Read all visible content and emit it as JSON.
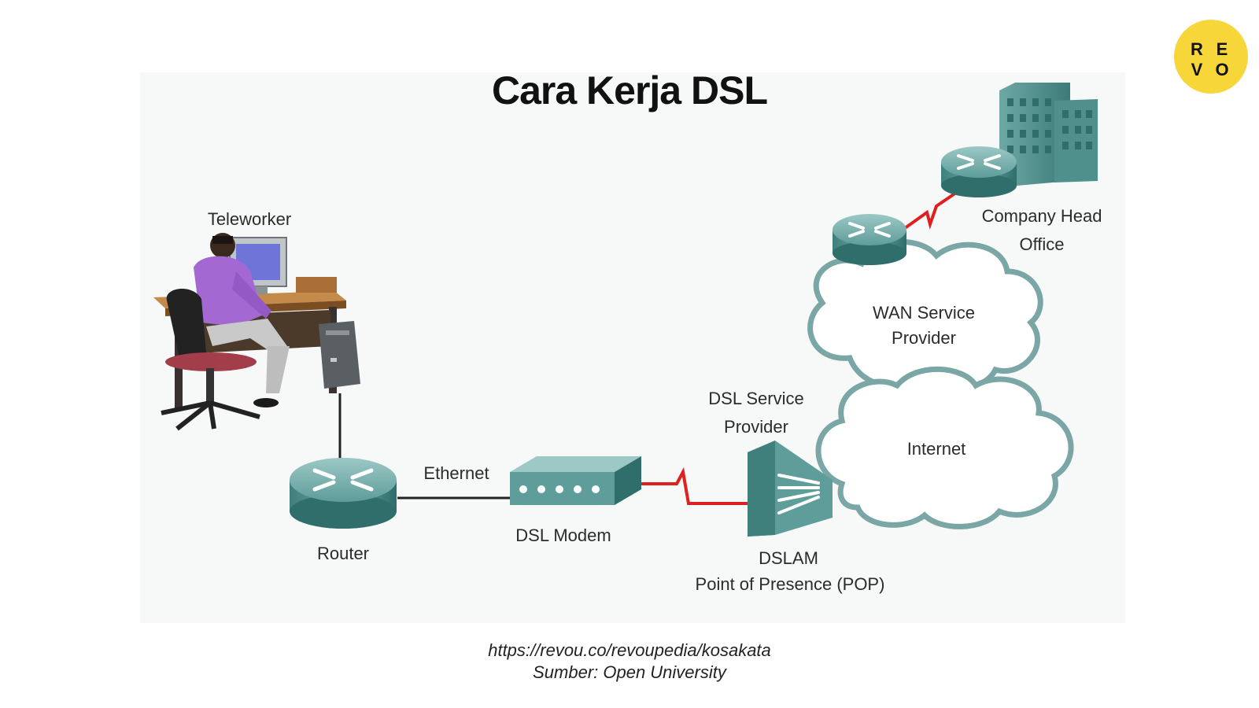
{
  "slide": {
    "title": "Cara Kerja DSL",
    "footer_url": "https://revou.co/revoupedia/kosakata",
    "footer_source": "Sumber: Open University"
  },
  "logo": {
    "letters": [
      "R",
      "E",
      "V",
      "O"
    ],
    "background": "#f7d63a"
  },
  "diagram": {
    "labels": {
      "teleworker": "Teleworker",
      "router": "Router",
      "ethernet": "Ethernet",
      "dsl_modem": "DSL Modem",
      "dsl_service_provider_1": "DSL Service",
      "dsl_service_provider_2": "Provider",
      "dslam": "DSLAM",
      "pop": "Point of Presence (POP)",
      "internet": "Internet",
      "wan_1": "WAN Service",
      "wan_2": "Provider",
      "company_1": "Company Head",
      "company_2": "Office"
    },
    "colors": {
      "device": "#5a9a97",
      "device_dark": "#2f6e6b",
      "cloud_outline": "#7aa6a6",
      "serial_link": "#e02020",
      "ethernet_link": "#222222"
    }
  }
}
